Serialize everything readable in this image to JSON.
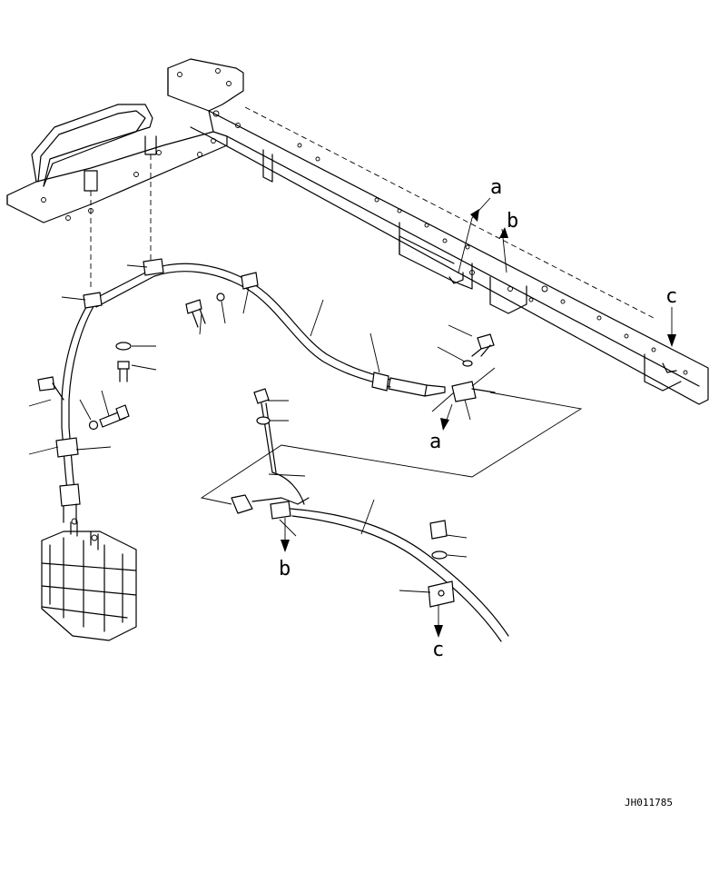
{
  "callouts": {
    "a_top": "a",
    "b_top": "b",
    "c_top": "c",
    "a_detail": "a",
    "b_detail": "b",
    "c_detail": "c"
  },
  "drawing_code": "JH011785"
}
